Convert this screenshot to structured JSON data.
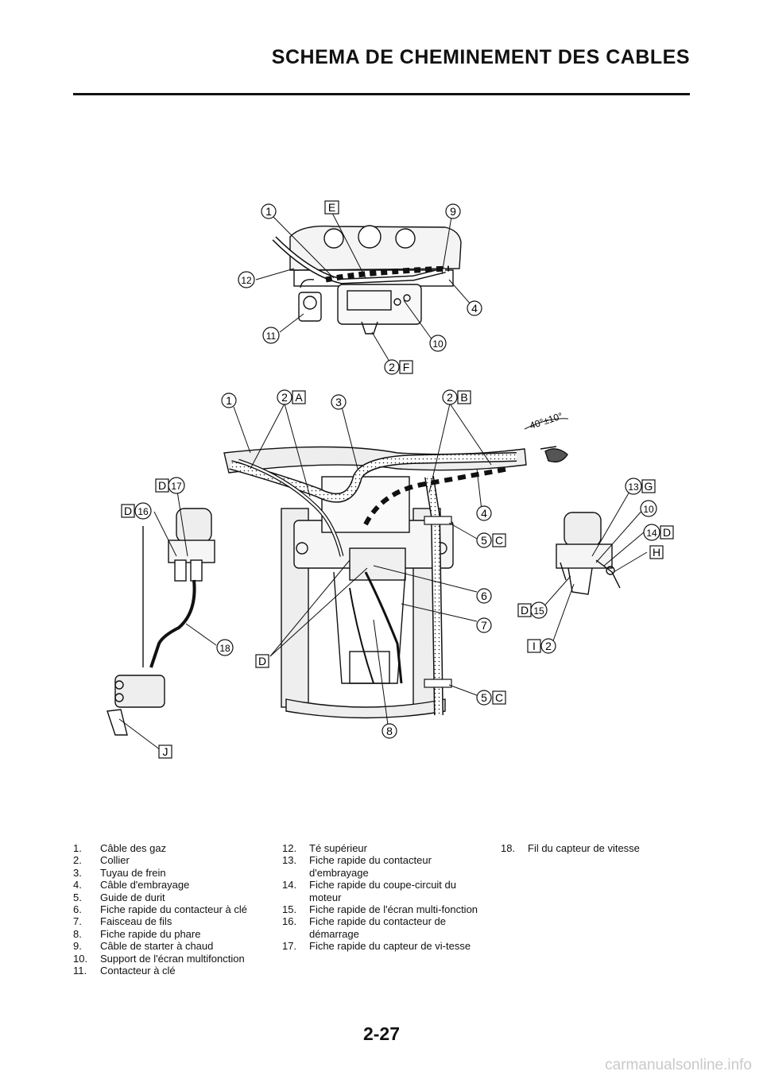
{
  "header": {
    "title": "SCHEMA DE CHEMINEMENT DES CABLES"
  },
  "figure": {
    "top_callouts": {
      "c1": "1",
      "cE": "E",
      "c9": "9",
      "c12": "12",
      "c4": "4",
      "c11": "11",
      "c10": "10",
      "c2": "2",
      "cF": "F"
    },
    "main_callouts": {
      "c1": "1",
      "c2a": "2",
      "cA": "A",
      "c3": "3",
      "c2b": "2",
      "cB": "B",
      "c4": "4",
      "c5a": "5",
      "cC1": "C",
      "c6": "6",
      "c7": "7",
      "cD": "D",
      "c8": "8",
      "c5b": "5",
      "cC2": "C",
      "angle": "40°±10°"
    },
    "left_callouts": {
      "cD17": "D",
      "c17": "17",
      "cD16": "D",
      "c16": "16",
      "c18": "18",
      "cJ": "J"
    },
    "right_callouts": {
      "c13": "13",
      "cG": "G",
      "c10": "10",
      "c14": "14",
      "cD14": "D",
      "cH": "H",
      "cD15": "D",
      "c15": "15",
      "cI": "I",
      "c2": "2"
    }
  },
  "legend": {
    "col1": [
      {
        "num": "1.",
        "text": "Câble des gaz"
      },
      {
        "num": "2.",
        "text": "Collier"
      },
      {
        "num": "3.",
        "text": "Tuyau de frein"
      },
      {
        "num": "4.",
        "text": "Câble d'embrayage"
      },
      {
        "num": "5.",
        "text": "Guide de durit"
      },
      {
        "num": "6.",
        "text": "Fiche rapide du contacteur à clé"
      },
      {
        "num": "7.",
        "text": "Faisceau de fils"
      },
      {
        "num": "8.",
        "text": "Fiche rapide du phare"
      },
      {
        "num": "9.",
        "text": "Câble de starter à chaud"
      },
      {
        "num": "10.",
        "text": "Support de l'écran multifonction"
      },
      {
        "num": "11.",
        "text": "Contacteur à clé"
      }
    ],
    "col2": [
      {
        "num": "12.",
        "text": "Té supérieur"
      },
      {
        "num": "13.",
        "text": "Fiche rapide du contacteur d'embrayage"
      },
      {
        "num": "14.",
        "text": "Fiche rapide du coupe-circuit du moteur"
      },
      {
        "num": "15.",
        "text": "Fiche rapide de l'écran multi-fonction"
      },
      {
        "num": "16.",
        "text": "Fiche rapide du contacteur de démarrage"
      },
      {
        "num": "17.",
        "text": "Fiche rapide du capteur de vi-tesse"
      }
    ],
    "col3": [
      {
        "num": "18.",
        "text": "Fil du capteur de vitesse"
      }
    ]
  },
  "footer": {
    "page_number": "2-27",
    "watermark": "carmanualsonline.info"
  }
}
